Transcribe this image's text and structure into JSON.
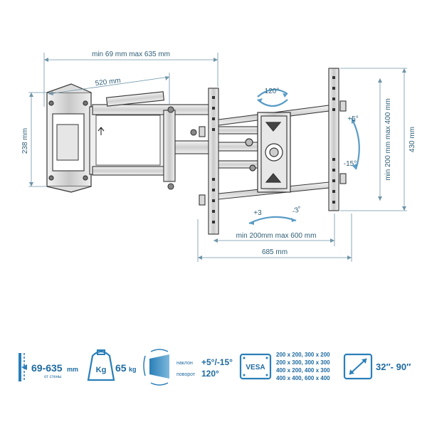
{
  "dimensions": {
    "depth_range": "min 69 mm max 635 mm",
    "width_520": "520 mm",
    "height_238": "238 mm",
    "height_430": "430 mm",
    "vesa_vertical": "min 200 mm max 400 mm",
    "vesa_horizontal": "min  200mm max 600 mm",
    "width_685": "685 mm"
  },
  "angles": {
    "swivel": "120°",
    "tilt_up": "+5°",
    "tilt_down": "-15°",
    "rotate_plus": "+3",
    "rotate_minus": "-3°"
  },
  "specs": {
    "depth": {
      "value": "69-635",
      "unit": "mm",
      "caption": "от стены"
    },
    "load": {
      "badge": "Kg",
      "value": "65",
      "unit": "kg"
    },
    "tilt": {
      "label": "наклон",
      "value": "+5°/-15°"
    },
    "swivel": {
      "label": "поворот",
      "value": "120°"
    },
    "vesa": {
      "badge": "VESA",
      "lines": [
        "200 x 200, 300 x 200",
        "200 x 300, 300 x 300",
        "400 x 200, 400 x 300",
        "400 x 400, 600 x 400"
      ]
    },
    "screen": {
      "value": "32″- 90″"
    }
  },
  "colors": {
    "accent": "#2a7fb8",
    "dimension": "#2f5e76",
    "metal": "#3a3a3a"
  }
}
